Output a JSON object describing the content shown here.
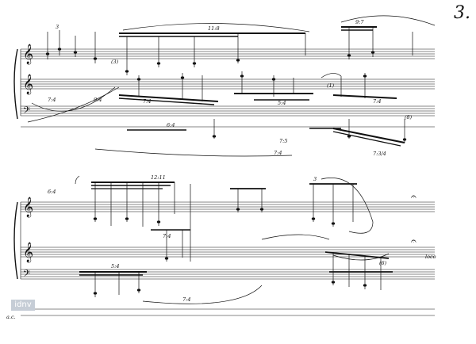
{
  "page": {
    "number": "3.",
    "watermark": "idnv",
    "footer": ""
  },
  "colors": {
    "ink": "#111111",
    "paper": "#ffffff",
    "watermark": "#c6cdd6"
  },
  "system1": {
    "tuplets": [
      {
        "id": "t1",
        "text": "3"
      },
      {
        "id": "t2",
        "text": "11:8"
      },
      {
        "id": "t3",
        "text": "9:7"
      },
      {
        "id": "t4",
        "text": "7:4"
      },
      {
        "id": "t5",
        "text": "9:4"
      },
      {
        "id": "t6",
        "text": "7:4"
      },
      {
        "id": "t7",
        "text": "5:4"
      },
      {
        "id": "t8",
        "text": "6:4"
      },
      {
        "id": "t9",
        "text": "7:4"
      },
      {
        "id": "t10",
        "text": "7:5"
      },
      {
        "id": "t11",
        "text": "7:4"
      },
      {
        "id": "t12",
        "text": "7:3/4"
      }
    ],
    "marks": [
      {
        "id": "m1",
        "text": "(3)"
      },
      {
        "id": "m2",
        "text": "(1)"
      },
      {
        "id": "m3",
        "text": "(8)"
      }
    ]
  },
  "system2": {
    "tuplets": [
      {
        "id": "t1",
        "text": "6:4"
      },
      {
        "id": "t2",
        "text": "12:11"
      },
      {
        "id": "t3",
        "text": "7:4"
      },
      {
        "id": "t4",
        "text": "3"
      },
      {
        "id": "t5",
        "text": "5:4"
      },
      {
        "id": "t6",
        "text": "7:4"
      }
    ],
    "marks": [
      {
        "id": "m1",
        "text": "loco"
      },
      {
        "id": "m2",
        "text": "(6)"
      },
      {
        "id": "m3",
        "text": "a.c."
      }
    ]
  }
}
